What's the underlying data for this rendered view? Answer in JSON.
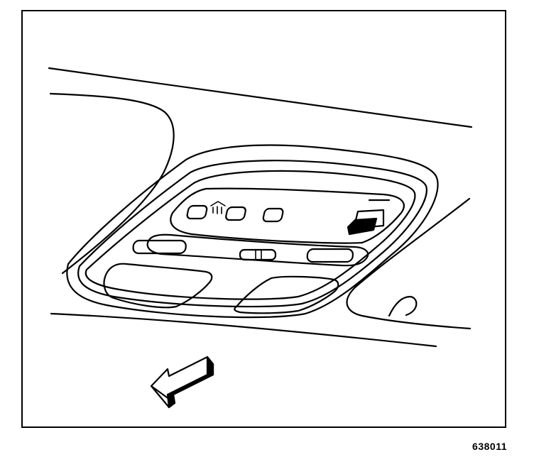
{
  "figure": {
    "id_label": "638011"
  },
  "colors": {
    "ink": "#000000",
    "paper": "#ffffff"
  },
  "components": {
    "overhead_console": "console",
    "lamp_buttons": 4,
    "slide_switch": "switch",
    "map_lamps": 2,
    "direction_arrow": "arrow-front"
  }
}
